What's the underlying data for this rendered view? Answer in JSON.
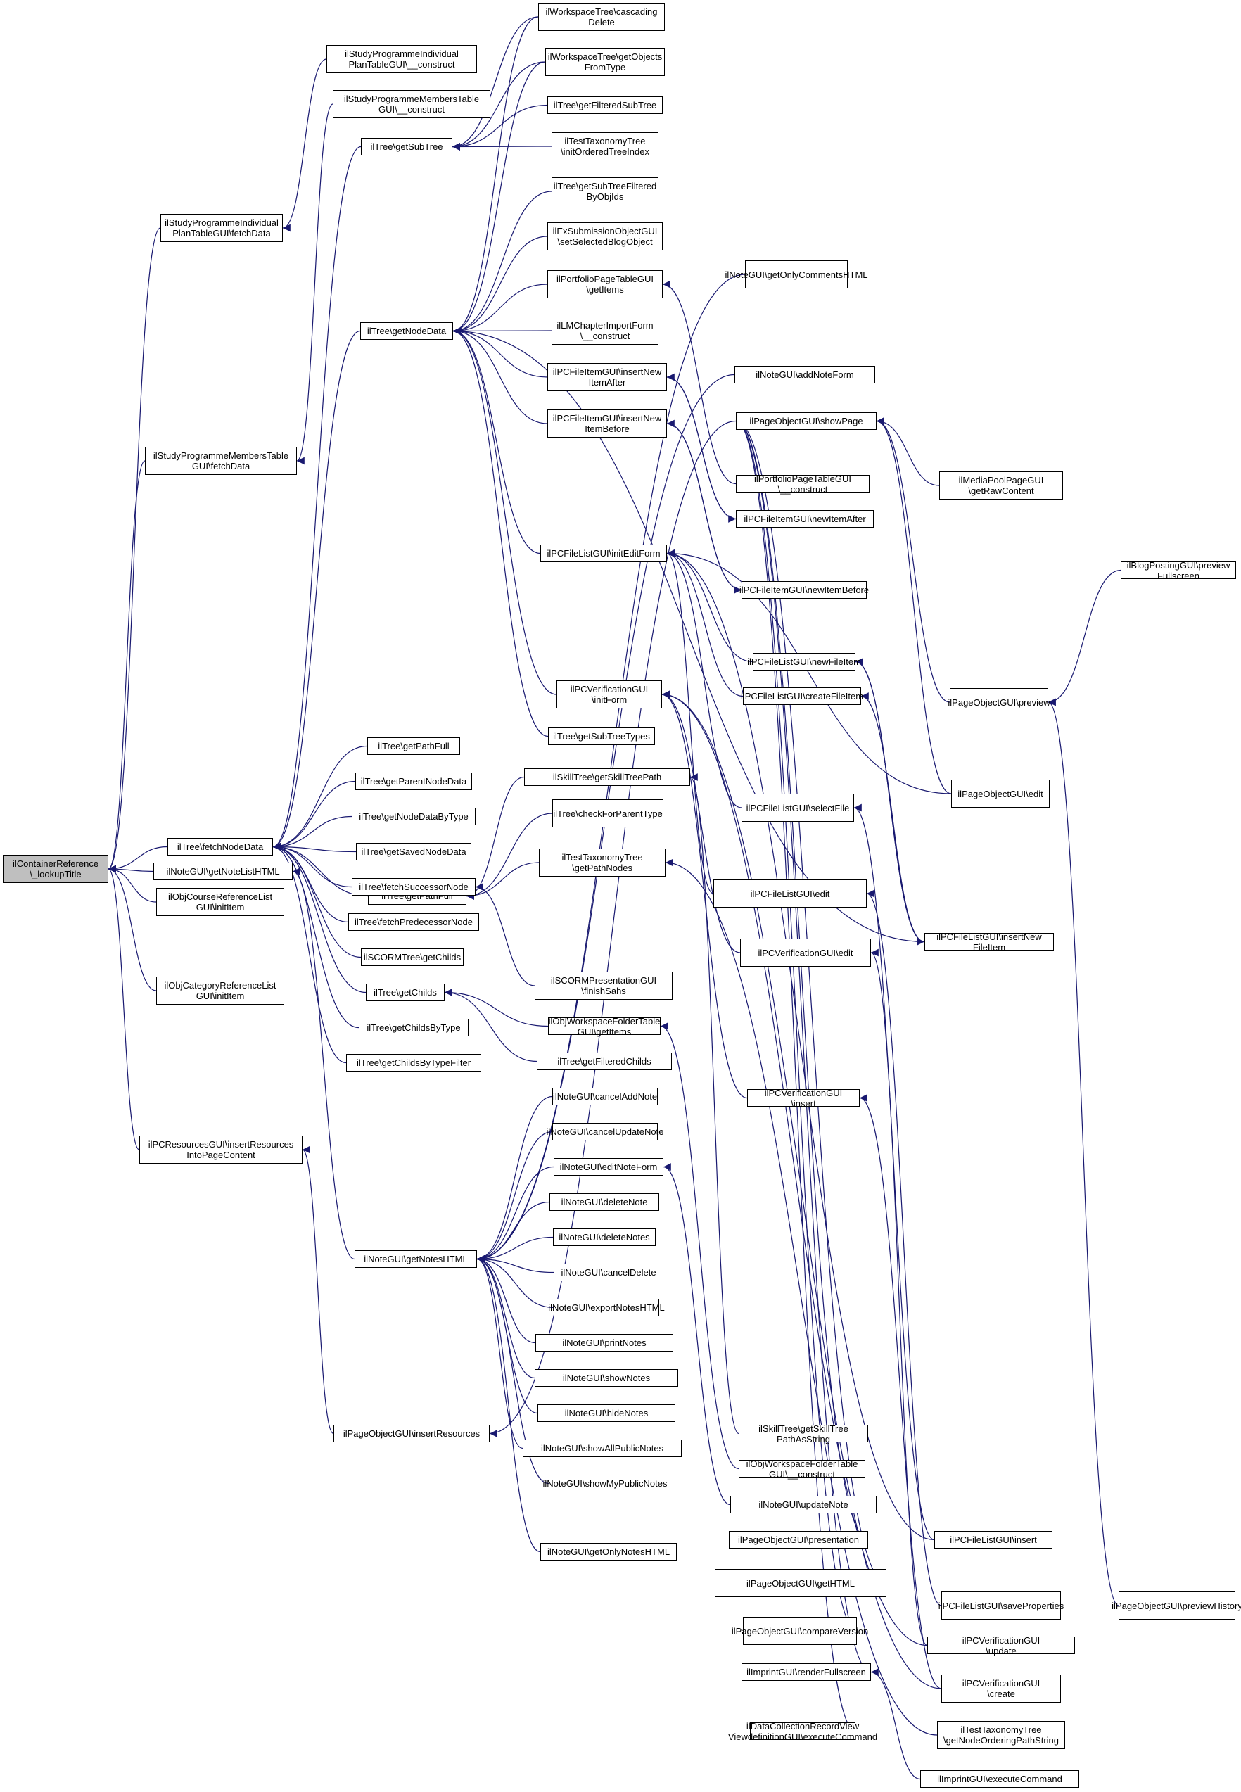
{
  "graph": {
    "edge_color": "#191970",
    "root_fill": "#bfbfbf",
    "nodes": {
      "n-root": "ilContainerReference\n\\_lookupTitle",
      "n1": "ilStudyProgrammeIndividual\nPlanTableGUI\\fetchData",
      "n2": "ilStudyProgrammeMembersTable\nGUI\\fetchData",
      "n3": "ilTree\\fetchNodeData",
      "n4": "ilNoteGUI\\getNoteListHTML",
      "n5": "ilObjCourseReferenceList\nGUI\\initItem",
      "n6": "ilObjCategoryReferenceList\nGUI\\initItem",
      "n7": "ilPCResourcesGUI\\insertResources\nIntoPageContent",
      "n8": "ilStudyProgrammeIndividual\nPlanTableGUI\\__construct",
      "n9": "ilStudyProgrammeMembersTable\nGUI\\__construct",
      "n10": "ilTree\\getSubTree",
      "n11": "ilTree\\getNodeData",
      "n12": "ilTree\\getPathFull",
      "n13": "ilNoteGUI\\getNotesHTML",
      "n14": "ilPageObjectGUI\\insertResources",
      "n15": "ilTree\\getPathFull",
      "n16": "ilTree\\getParentNodeData",
      "n17": "ilTree\\getNodeDataByType",
      "n18": "ilTree\\getSavedNodeData",
      "n19": "ilTree\\fetchSuccessorNode",
      "n20": "ilTree\\fetchPredecessorNode",
      "n21": "ilSCORMTree\\getChilds",
      "n22": "ilTree\\getChilds",
      "n23": "ilTree\\getChildsByType",
      "n24": "ilTree\\getChildsByTypeFilter",
      "n25": "ilWorkspaceTree\\cascading\nDelete",
      "n26": "ilWorkspaceTree\\getObjects\nFromType",
      "n27": "ilTree\\getFilteredSubTree",
      "n28": "ilTestTaxonomyTree\n\\initOrderedTreeIndex",
      "n29": "ilTree\\getSubTreeFiltered\nByObjIds",
      "n30": "ilExSubmissionObjectGUI\n\\setSelectedBlogObject",
      "n31": "ilPortfolioPageTableGUI\n\\getItems",
      "n32": "ilLMChapterImportForm\n\\__construct",
      "n33": "ilPCFileItemGUI\\insertNew\nItemAfter",
      "n34": "ilPCFileItemGUI\\insertNew\nItemBefore",
      "n35": "ilPCFileListGUI\\initEditForm",
      "n36": "ilPCVerificationGUI\n\\initForm",
      "n37": "ilTree\\getSubTreeTypes",
      "n38": "ilSkillTree\\getSkillTreePath",
      "n39": "ilTree\\checkForParentType",
      "n40": "ilTestTaxonomyTree\n\\getPathNodes",
      "n41": "ilSCORMPresentationGUI\n\\finishSahs",
      "n42": "ilObjWorkspaceFolderTable\nGUI\\getItems",
      "n43": "ilTree\\getFilteredChilds",
      "n44": "ilNoteGUI\\cancelAddNote",
      "n45": "ilNoteGUI\\cancelUpdateNote",
      "n46": "ilNoteGUI\\editNoteForm",
      "n47": "ilNoteGUI\\deleteNote",
      "n48": "ilNoteGUI\\deleteNotes",
      "n49": "ilNoteGUI\\cancelDelete",
      "n50": "ilNoteGUI\\exportNotesHTML",
      "n51": "ilNoteGUI\\printNotes",
      "n52": "ilNoteGUI\\showNotes",
      "n53": "ilNoteGUI\\hideNotes",
      "n54": "ilNoteGUI\\showAllPublicNotes",
      "n55": "ilNoteGUI\\showMyPublicNotes",
      "n56": "ilNoteGUI\\getOnlyNotesHTML",
      "n57": "ilNoteGUI\\getOnlyCommentsHTML",
      "n58": "ilNoteGUI\\addNoteForm",
      "n59": "ilPageObjectGUI\\showPage",
      "n60": "ilPortfolioPageTableGUI\n\\__construct",
      "n61": "ilPCFileItemGUI\\newItemAfter",
      "n62": "ilPCFileItemGUI\\newItemBefore",
      "n63": "ilPCFileListGUI\\newFileItem",
      "n64": "ilPCFileListGUI\\createFileItem",
      "n65": "ilPCFileListGUI\\selectFile",
      "n66": "ilPCFileListGUI\\edit",
      "n67": "ilPCVerificationGUI\\edit",
      "n68": "ilPCVerificationGUI\n\\insert",
      "n69": "ilSkillTree\\getSkillTree\nPathAsString",
      "n70": "ilObjWorkspaceFolderTable\nGUI\\__construct",
      "n71": "ilNoteGUI\\updateNote",
      "n72": "ilPageObjectGUI\\presentation",
      "n73": "ilPageObjectGUI\\getHTML",
      "n74": "ilPageObjectGUI\\compareVersion",
      "n75": "ilImprintGUI\\renderFullscreen",
      "n76": "ilDataCollectionRecordView\nViewdefinitionGUI\\executeCommand",
      "n77": "ilMediaPoolPageGUI\n\\getRawContent",
      "n78": "ilPageObjectGUI\\preview",
      "n79": "ilPageObjectGUI\\edit",
      "n80": "ilPCFileListGUI\\insertNew\nFileItem",
      "n81": "ilPCFileListGUI\\insert",
      "n82": "ilPCFileListGUI\\saveProperties",
      "n83": "ilPCVerificationGUI\n\\update",
      "n84": "ilPCVerificationGUI\n\\create",
      "n85": "ilTestTaxonomyTree\n\\getNodeOrderingPathString",
      "n86": "ilImprintGUI\\executeCommand",
      "n87": "ilBlogPostingGUI\\preview\nFullscreen",
      "n88": "ilPageObjectGUI\\previewHistory"
    }
  }
}
